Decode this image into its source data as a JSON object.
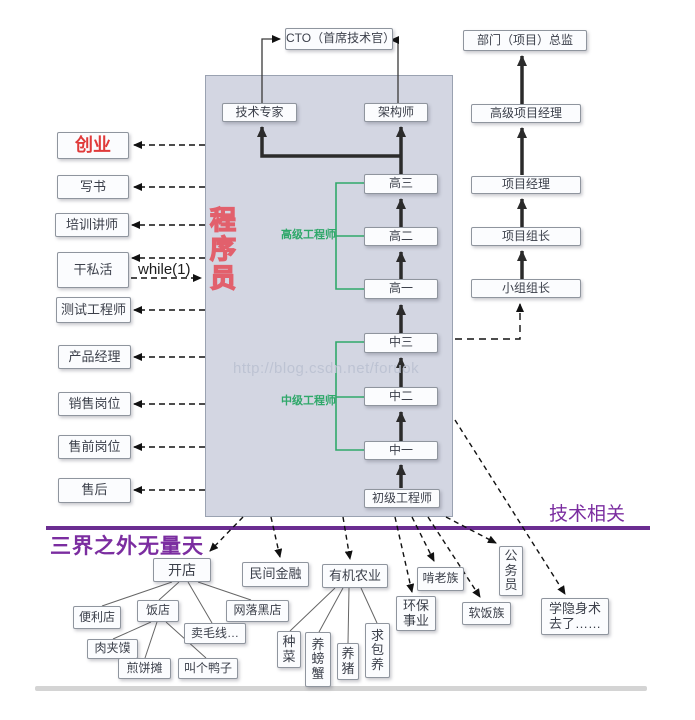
{
  "labels": {
    "programmer": "程序员",
    "senior_engineer": "高级工程师",
    "mid_engineer": "中级工程师",
    "while_loop": "while(1)",
    "beyond_line": "三界之外无量天",
    "tech_related": "技术相关",
    "watermark": "http://blog.csdn.net/foruok"
  },
  "nodes": {
    "cto": "CTO（首席技术官）",
    "director": "部门（项目）总监",
    "expert": "技术专家",
    "architect": "架构师",
    "gao3": "高三",
    "gao2": "高二",
    "gao1": "高一",
    "zhong3": "中三",
    "zhong2": "中二",
    "zhong1": "中一",
    "junior": "初级工程师",
    "senior_pm": "高级项目经理",
    "pm": "项目经理",
    "project_lead": "项目组长",
    "team_lead": "小组组长"
  },
  "left_exits": [
    "创业",
    "写书",
    "培训讲师",
    "干私活",
    "测试工程师",
    "产品经理",
    "销售岗位",
    "售前岗位",
    "售后"
  ],
  "bottom_exits": {
    "kaidian": "开店",
    "minjian_jinrong": "民间金融",
    "youji_nongye": "有机农业",
    "bianlidian": "便利店",
    "fandian": "饭店",
    "wangluo_heidian": "网落黑店",
    "mai_maoxian": "卖毛线…",
    "roujiamo": "肉夹馍",
    "jianbingtan": "煎饼摊",
    "jiaogeyazi": "叫个鸭子",
    "zhongcai": "种菜",
    "yangpangxie": "养螃蟹",
    "yangzhu": "养猪",
    "qiubaoyang": "求包养",
    "huanbao": "环保事业",
    "kenlaozu": "啃老族",
    "ruanfanzu": "软饭族",
    "gongwuyuan": "公务员",
    "yinshen": "学隐身术去了……"
  },
  "colors": {
    "accent_red": "#e03a3a",
    "green": "#2fa86a",
    "purple": "#7b2da0",
    "big_box_fill": "#d3d6e2"
  }
}
